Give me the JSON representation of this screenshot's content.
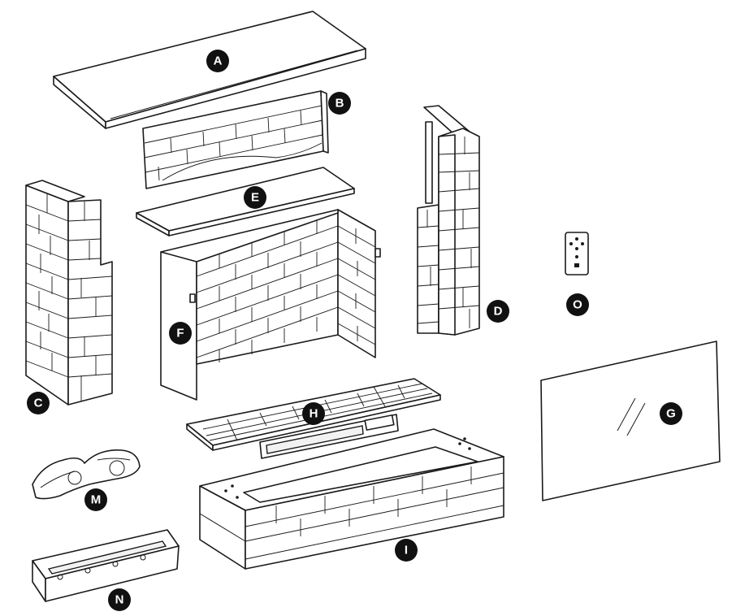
{
  "parts": [
    {
      "id": "A",
      "name": "top-mantel"
    },
    {
      "id": "B",
      "name": "upper-brick-panel"
    },
    {
      "id": "C",
      "name": "left-pillar"
    },
    {
      "id": "D",
      "name": "right-pillar"
    },
    {
      "id": "E",
      "name": "firebox-top-panel"
    },
    {
      "id": "F",
      "name": "firebox-brick-liner"
    },
    {
      "id": "G",
      "name": "glass-panel"
    },
    {
      "id": "H",
      "name": "hearth-with-heater"
    },
    {
      "id": "I",
      "name": "base-plinth"
    },
    {
      "id": "M",
      "name": "log-set"
    },
    {
      "id": "N",
      "name": "electric-insert"
    },
    {
      "id": "O",
      "name": "remote-control"
    }
  ]
}
